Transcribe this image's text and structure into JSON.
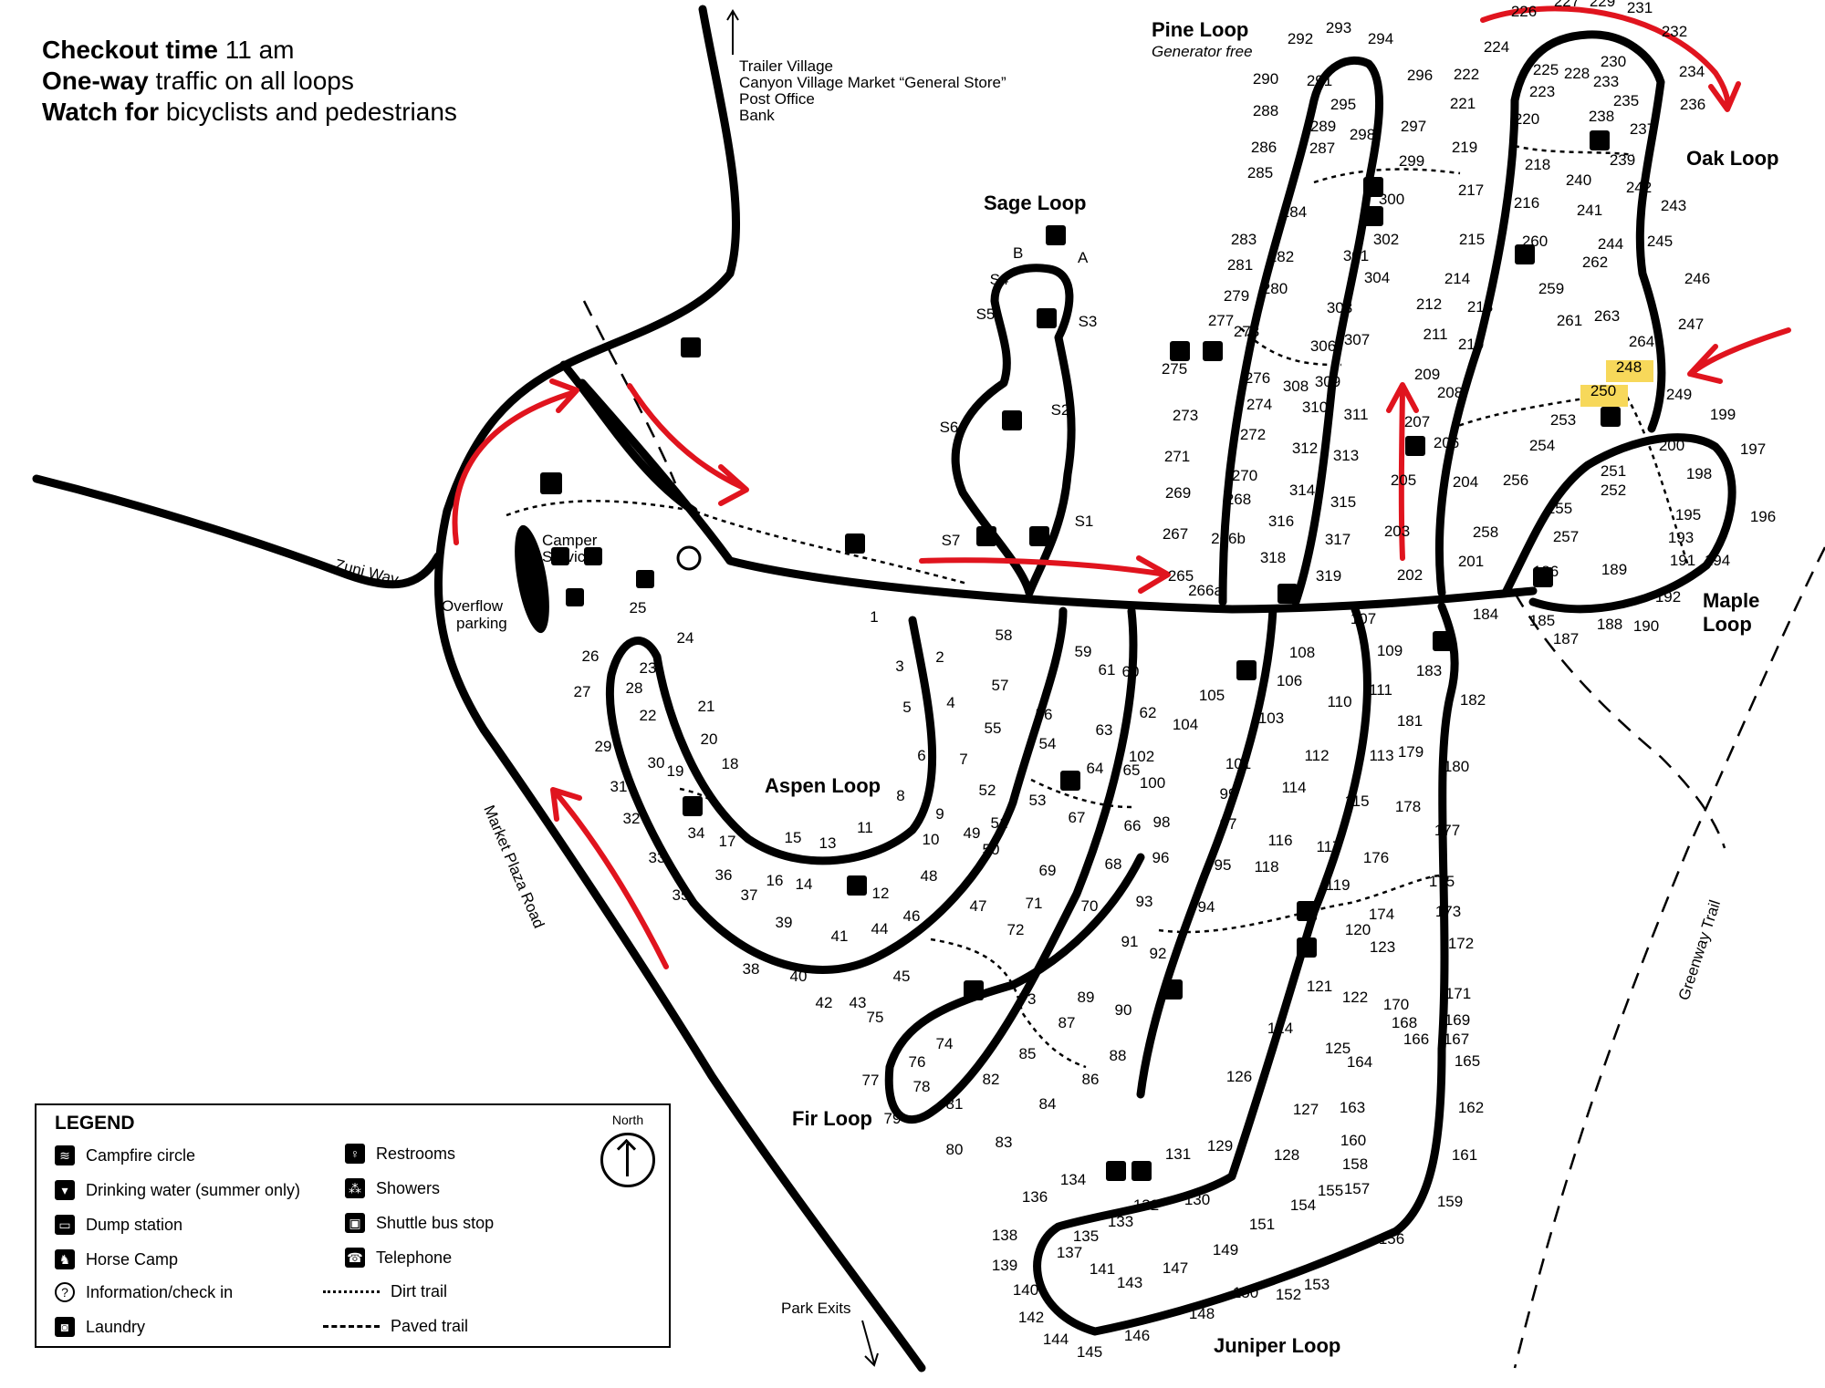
{
  "notes": [
    {
      "bold": "Checkout time",
      "rest": " 11 am"
    },
    {
      "bold": "One-way",
      "rest": " traffic on all loops"
    },
    {
      "bold": "Watch for",
      "rest": " bicyclists and pedestrians"
    }
  ],
  "destinations": [
    "Trailer Village",
    "Canyon Village Market “General Store”",
    "Post Office",
    "Bank"
  ],
  "labels": {
    "pine_loop": "Pine Loop",
    "generator_free": "Generator free",
    "oak_loop": "Oak Loop",
    "sage_loop": "Sage Loop",
    "aspen_loop": "Aspen Loop",
    "fir_loop": "Fir Loop",
    "juniper_loop": "Juniper Loop",
    "maple_loop_1": "Maple",
    "maple_loop_2": "Loop",
    "zuni_way": "Zuni Way",
    "camper_services_1": "Camper",
    "camper_services_2": "Services",
    "overflow_1": "Overflow",
    "overflow_2": "parking",
    "market_plaza_road": "Market Plaza Road",
    "greenway_trail": "Greenway Trail",
    "park_exits": "Park Exits",
    "sage_a": "A",
    "sage_b": "B"
  },
  "sites": [
    [
      "1",
      958,
      682
    ],
    [
      "2",
      1030,
      726
    ],
    [
      "3",
      986,
      736
    ],
    [
      "4",
      1042,
      776
    ],
    [
      "5",
      994,
      781
    ],
    [
      "6",
      1010,
      834
    ],
    [
      "7",
      1056,
      838
    ],
    [
      "8",
      987,
      878
    ],
    [
      "9",
      1030,
      898
    ],
    [
      "10",
      1020,
      926
    ],
    [
      "11",
      948,
      913
    ],
    [
      "12",
      965,
      985
    ],
    [
      "13",
      907,
      930
    ],
    [
      "14",
      881,
      975
    ],
    [
      "15",
      869,
      924
    ],
    [
      "16",
      849,
      971
    ],
    [
      "17",
      797,
      928
    ],
    [
      "18",
      800,
      843
    ],
    [
      "19",
      740,
      851
    ],
    [
      "20",
      777,
      816
    ],
    [
      "21",
      774,
      780
    ],
    [
      "22",
      710,
      790
    ],
    [
      "23",
      710,
      738
    ],
    [
      "24",
      751,
      705
    ],
    [
      "25",
      699,
      672
    ],
    [
      "26",
      647,
      725
    ],
    [
      "27",
      638,
      764
    ],
    [
      "28",
      695,
      760
    ],
    [
      "29",
      661,
      824
    ],
    [
      "30",
      719,
      842
    ],
    [
      "31",
      678,
      868
    ],
    [
      "32",
      692,
      903
    ],
    [
      "33",
      720,
      946
    ],
    [
      "34",
      763,
      919
    ],
    [
      "35",
      746,
      987
    ],
    [
      "36",
      793,
      965
    ],
    [
      "37",
      821,
      987
    ],
    [
      "38",
      823,
      1068
    ],
    [
      "39",
      859,
      1017
    ],
    [
      "40",
      875,
      1076
    ],
    [
      "41",
      920,
      1032
    ],
    [
      "42",
      903,
      1105
    ],
    [
      "43",
      940,
      1105
    ],
    [
      "44",
      964,
      1024
    ],
    [
      "45",
      988,
      1076
    ],
    [
      "46",
      999,
      1010
    ],
    [
      "47",
      1072,
      999
    ],
    [
      "48",
      1018,
      966
    ],
    [
      "49",
      1065,
      919
    ],
    [
      "50",
      1086,
      937
    ],
    [
      "51",
      1095,
      908
    ],
    [
      "52",
      1082,
      872
    ],
    [
      "53",
      1137,
      883
    ],
    [
      "54",
      1148,
      821
    ],
    [
      "55",
      1088,
      804
    ],
    [
      "56",
      1144,
      789
    ],
    [
      "57",
      1096,
      757
    ],
    [
      "58",
      1100,
      702
    ],
    [
      "59",
      1187,
      720
    ],
    [
      "60",
      1239,
      742
    ],
    [
      "61",
      1213,
      740
    ],
    [
      "62",
      1258,
      787
    ],
    [
      "63",
      1210,
      806
    ],
    [
      "64",
      1200,
      848
    ],
    [
      "65",
      1240,
      850
    ],
    [
      "66",
      1241,
      911
    ],
    [
      "67",
      1180,
      902
    ],
    [
      "68",
      1220,
      953
    ],
    [
      "69",
      1148,
      960
    ],
    [
      "70",
      1194,
      999
    ],
    [
      "71",
      1133,
      996
    ],
    [
      "72",
      1113,
      1025
    ],
    [
      "73",
      1126,
      1101
    ],
    [
      "74",
      1035,
      1150
    ],
    [
      "75",
      959,
      1121
    ],
    [
      "76",
      1005,
      1170
    ],
    [
      "77",
      954,
      1190
    ],
    [
      "78",
      1010,
      1197
    ],
    [
      "79",
      978,
      1232
    ],
    [
      "80",
      1046,
      1266
    ],
    [
      "81",
      1046,
      1216
    ],
    [
      "82",
      1086,
      1189
    ],
    [
      "83",
      1100,
      1258
    ],
    [
      "84",
      1148,
      1216
    ],
    [
      "85",
      1126,
      1161
    ],
    [
      "86",
      1195,
      1189
    ],
    [
      "87",
      1169,
      1127
    ],
    [
      "88",
      1225,
      1163
    ],
    [
      "89",
      1190,
      1099
    ],
    [
      "90",
      1231,
      1113
    ],
    [
      "91",
      1238,
      1038
    ],
    [
      "92",
      1269,
      1051
    ],
    [
      "93",
      1254,
      994
    ],
    [
      "94",
      1322,
      1000
    ],
    [
      "95",
      1340,
      954
    ],
    [
      "96",
      1272,
      946
    ],
    [
      "97",
      1346,
      909
    ],
    [
      "98",
      1273,
      907
    ],
    [
      "99",
      1346,
      876
    ],
    [
      "100",
      1263,
      864
    ],
    [
      "101",
      1357,
      843
    ],
    [
      "102",
      1251,
      835
    ],
    [
      "103",
      1393,
      793
    ],
    [
      "104",
      1299,
      800
    ],
    [
      "105",
      1328,
      768
    ],
    [
      "106",
      1413,
      752
    ],
    [
      "107",
      1494,
      684
    ],
    [
      "108",
      1427,
      721
    ],
    [
      "109",
      1523,
      719
    ],
    [
      "110",
      1468,
      775
    ],
    [
      "111",
      1513,
      762
    ],
    [
      "112",
      1443,
      834
    ],
    [
      "113",
      1514,
      834
    ],
    [
      "114",
      1418,
      869
    ],
    [
      "115",
      1487,
      884
    ],
    [
      "116",
      1403,
      927
    ],
    [
      "117",
      1456,
      934
    ],
    [
      "118",
      1388,
      956
    ],
    [
      "119",
      1466,
      976
    ],
    [
      "120",
      1488,
      1025
    ],
    [
      "121",
      1446,
      1087
    ],
    [
      "122",
      1485,
      1099
    ],
    [
      "123",
      1515,
      1044
    ],
    [
      "124",
      1403,
      1133
    ],
    [
      "125",
      1466,
      1155
    ],
    [
      "126",
      1358,
      1186
    ],
    [
      "127",
      1431,
      1222
    ],
    [
      "128",
      1410,
      1272
    ],
    [
      "129",
      1337,
      1262
    ],
    [
      "130",
      1312,
      1321
    ],
    [
      "131",
      1291,
      1271
    ],
    [
      "132",
      1256,
      1327
    ],
    [
      "133",
      1228,
      1345
    ],
    [
      "134",
      1176,
      1299
    ],
    [
      "135",
      1190,
      1361
    ],
    [
      "136",
      1134,
      1318
    ],
    [
      "137",
      1172,
      1379
    ],
    [
      "138",
      1101,
      1360
    ],
    [
      "139",
      1101,
      1393
    ],
    [
      "140",
      1124,
      1420
    ],
    [
      "141",
      1208,
      1397
    ],
    [
      "142",
      1130,
      1450
    ],
    [
      "143",
      1238,
      1412
    ],
    [
      "144",
      1157,
      1474
    ],
    [
      "145",
      1194,
      1488
    ],
    [
      "146",
      1246,
      1470
    ],
    [
      "147",
      1288,
      1396
    ],
    [
      "148",
      1317,
      1446
    ],
    [
      "149",
      1343,
      1376
    ],
    [
      "150",
      1365,
      1423
    ],
    [
      "151",
      1383,
      1348
    ],
    [
      "152",
      1412,
      1425
    ],
    [
      "153",
      1443,
      1414
    ],
    [
      "154",
      1428,
      1327
    ],
    [
      "155",
      1458,
      1311
    ],
    [
      "156",
      1525,
      1364
    ],
    [
      "157",
      1487,
      1309
    ],
    [
      "158",
      1485,
      1282
    ],
    [
      "159",
      1589,
      1323
    ],
    [
      "160",
      1483,
      1256
    ],
    [
      "161",
      1605,
      1272
    ],
    [
      "162",
      1612,
      1220
    ],
    [
      "163",
      1482,
      1220
    ],
    [
      "164",
      1490,
      1170
    ],
    [
      "165",
      1608,
      1169
    ],
    [
      "166",
      1552,
      1145
    ],
    [
      "167",
      1596,
      1145
    ],
    [
      "168",
      1539,
      1127
    ],
    [
      "169",
      1597,
      1124
    ],
    [
      "170",
      1530,
      1107
    ],
    [
      "171",
      1598,
      1095
    ],
    [
      "172",
      1601,
      1040
    ],
    [
      "173",
      1587,
      1005
    ],
    [
      "174",
      1514,
      1008
    ],
    [
      "175",
      1580,
      972
    ],
    [
      "176",
      1508,
      946
    ],
    [
      "177",
      1586,
      916
    ],
    [
      "178",
      1543,
      890
    ],
    [
      "179",
      1546,
      830
    ],
    [
      "180",
      1596,
      846
    ],
    [
      "181",
      1545,
      796
    ],
    [
      "182",
      1614,
      773
    ],
    [
      "183",
      1566,
      741
    ],
    [
      "184",
      1628,
      679
    ],
    [
      "185",
      1690,
      686
    ],
    [
      "186",
      1694,
      632
    ],
    [
      "187",
      1716,
      706
    ],
    [
      "188",
      1764,
      690
    ],
    [
      "189",
      1769,
      630
    ],
    [
      "190",
      1804,
      692
    ],
    [
      "191",
      1844,
      620
    ],
    [
      "192",
      1828,
      660
    ],
    [
      "193",
      1842,
      595
    ],
    [
      "194",
      1882,
      620
    ],
    [
      "195",
      1850,
      570
    ],
    [
      "196",
      1932,
      572
    ],
    [
      "197",
      1921,
      498
    ],
    [
      "198",
      1862,
      525
    ],
    [
      "199",
      1888,
      460
    ],
    [
      "200",
      1832,
      494
    ],
    [
      "201",
      1612,
      621
    ],
    [
      "202",
      1545,
      636
    ],
    [
      "203",
      1531,
      588
    ],
    [
      "204",
      1606,
      534
    ],
    [
      "205",
      1538,
      532
    ],
    [
      "206",
      1585,
      491
    ],
    [
      "207",
      1553,
      468
    ],
    [
      "208",
      1589,
      436
    ],
    [
      "209",
      1564,
      416
    ],
    [
      "210",
      1612,
      383
    ],
    [
      "211",
      1573,
      372
    ],
    [
      "212",
      1566,
      339
    ],
    [
      "213",
      1622,
      342
    ],
    [
      "214",
      1597,
      311
    ],
    [
      "215",
      1613,
      268
    ],
    [
      "216",
      1673,
      228
    ],
    [
      "217",
      1612,
      214
    ],
    [
      "218",
      1685,
      186
    ],
    [
      "219",
      1605,
      167
    ],
    [
      "220",
      1673,
      136
    ],
    [
      "221",
      1603,
      119
    ],
    [
      "222",
      1607,
      87
    ],
    [
      "223",
      1690,
      106
    ],
    [
      "224",
      1640,
      57
    ],
    [
      "225",
      1694,
      82
    ],
    [
      "226",
      1670,
      18
    ],
    [
      "227",
      1717,
      7
    ],
    [
      "228",
      1728,
      86
    ],
    [
      "229",
      1756,
      7
    ],
    [
      "230",
      1768,
      73
    ],
    [
      "231",
      1797,
      14
    ],
    [
      "232",
      1835,
      40
    ],
    [
      "233",
      1760,
      95
    ],
    [
      "234",
      1854,
      84
    ],
    [
      "235",
      1782,
      116
    ],
    [
      "236",
      1855,
      120
    ],
    [
      "237",
      1800,
      147
    ],
    [
      "238",
      1755,
      133
    ],
    [
      "239",
      1778,
      181
    ],
    [
      "240",
      1730,
      203
    ],
    [
      "241",
      1742,
      236
    ],
    [
      "242",
      1796,
      211
    ],
    [
      "243",
      1834,
      231
    ],
    [
      "244",
      1765,
      273
    ],
    [
      "245",
      1819,
      270
    ],
    [
      "246",
      1860,
      311
    ],
    [
      "247",
      1853,
      361
    ],
    [
      "248",
      1785,
      408
    ],
    [
      "249",
      1840,
      438
    ],
    [
      "250",
      1757,
      434
    ],
    [
      "251",
      1768,
      522
    ],
    [
      "252",
      1768,
      543
    ],
    [
      "253",
      1713,
      466
    ],
    [
      "254",
      1690,
      494
    ],
    [
      "255",
      1709,
      563
    ],
    [
      "256",
      1661,
      532
    ],
    [
      "257",
      1716,
      594
    ],
    [
      "258",
      1628,
      589
    ],
    [
      "259",
      1700,
      322
    ],
    [
      "260",
      1682,
      270
    ],
    [
      "261",
      1720,
      357
    ],
    [
      "262",
      1748,
      293
    ],
    [
      "263",
      1761,
      352
    ],
    [
      "264",
      1799,
      380
    ],
    [
      "265",
      1294,
      637
    ],
    [
      "266a",
      1321,
      653
    ],
    [
      "266b",
      1346,
      596
    ],
    [
      "267",
      1288,
      591
    ],
    [
      "268",
      1357,
      553
    ],
    [
      "269",
      1291,
      546
    ],
    [
      "270",
      1364,
      527
    ],
    [
      "271",
      1290,
      506
    ],
    [
      "272",
      1373,
      482
    ],
    [
      "273",
      1299,
      461
    ],
    [
      "274",
      1380,
      449
    ],
    [
      "275",
      1287,
      410
    ],
    [
      "276",
      1378,
      420
    ],
    [
      "277",
      1338,
      357
    ],
    [
      "278",
      1366,
      369
    ],
    [
      "279",
      1355,
      330
    ],
    [
      "280",
      1397,
      322
    ],
    [
      "281",
      1359,
      296
    ],
    [
      "282",
      1404,
      287
    ],
    [
      "283",
      1363,
      268
    ],
    [
      "284",
      1418,
      238
    ],
    [
      "285",
      1381,
      195
    ],
    [
      "286",
      1385,
      167
    ],
    [
      "287",
      1449,
      168
    ],
    [
      "288",
      1387,
      127
    ],
    [
      "289",
      1450,
      144
    ],
    [
      "290",
      1387,
      92
    ],
    [
      "291",
      1446,
      94
    ],
    [
      "292",
      1425,
      48
    ],
    [
      "293",
      1467,
      36
    ],
    [
      "294",
      1513,
      48
    ],
    [
      "295",
      1472,
      120
    ],
    [
      "296",
      1556,
      88
    ],
    [
      "297",
      1549,
      144
    ],
    [
      "298",
      1493,
      153
    ],
    [
      "299",
      1547,
      182
    ],
    [
      "300",
      1525,
      224
    ],
    [
      "301",
      1486,
      286
    ],
    [
      "302",
      1519,
      268
    ],
    [
      "303",
      1468,
      343
    ],
    [
      "304",
      1509,
      310
    ],
    [
      "306",
      1450,
      385
    ],
    [
      "307",
      1487,
      378
    ],
    [
      "308",
      1420,
      429
    ],
    [
      "309",
      1455,
      424
    ],
    [
      "310",
      1441,
      452
    ],
    [
      "311",
      1486,
      460
    ],
    [
      "312",
      1430,
      497
    ],
    [
      "313",
      1475,
      505
    ],
    [
      "314",
      1427,
      543
    ],
    [
      "315",
      1472,
      556
    ],
    [
      "316",
      1404,
      577
    ],
    [
      "317",
      1466,
      597
    ],
    [
      "318",
      1395,
      617
    ],
    [
      "319",
      1456,
      637
    ],
    [
      "S1",
      1188,
      577
    ],
    [
      "S2",
      1162,
      455
    ],
    [
      "S3",
      1192,
      358
    ],
    [
      "S4",
      1095,
      312
    ],
    [
      "S5",
      1080,
      350
    ],
    [
      "S6",
      1040,
      474
    ],
    [
      "S7",
      1042,
      598
    ]
  ]
}
